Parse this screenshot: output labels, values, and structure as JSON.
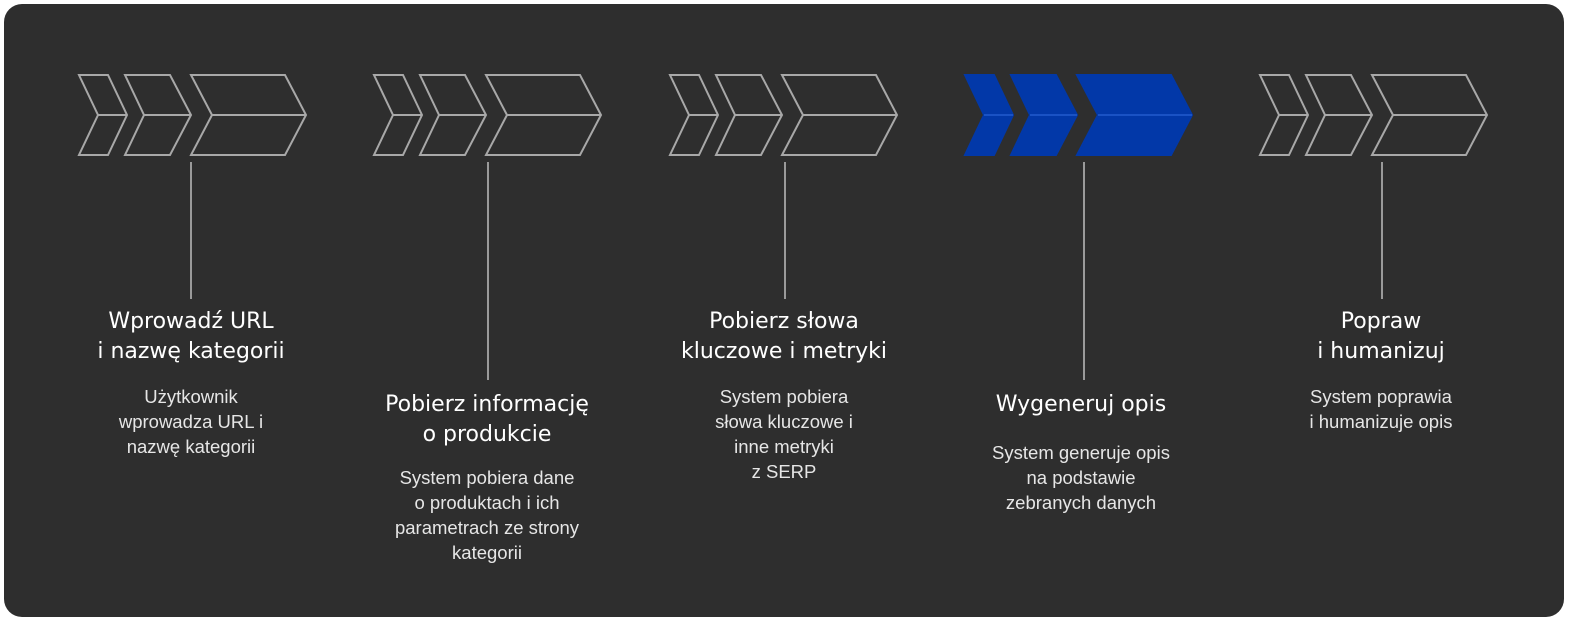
{
  "colors": {
    "background": "#2e2e2e",
    "chevron_outline": "#a8a8a8",
    "active_fill": "#0238a8",
    "text": "#ffffff"
  },
  "steps": [
    {
      "title": "Wprowadź URL\ni nazwę kategorii",
      "description": "Użytkownik\nwprowadza URL i\nnazwę kategorii",
      "active": false
    },
    {
      "title": "Pobierz informację\no produkcie",
      "description": "System pobiera dane\no produktach i ich\nparametrach ze strony\nkategorii",
      "active": false
    },
    {
      "title": "Pobierz słowa\nkluczowe i metryki",
      "description": "System pobiera\nsłowa kluczowe i\ninne metryki\nz SERP",
      "active": false
    },
    {
      "title": "Wygeneruj opis",
      "description": "System generuje opis\nna podstawie\nzebranych danych",
      "active": true
    },
    {
      "title": "Popraw\ni humanizuj",
      "description": "System poprawia\ni humanizuje opis",
      "active": false
    }
  ]
}
